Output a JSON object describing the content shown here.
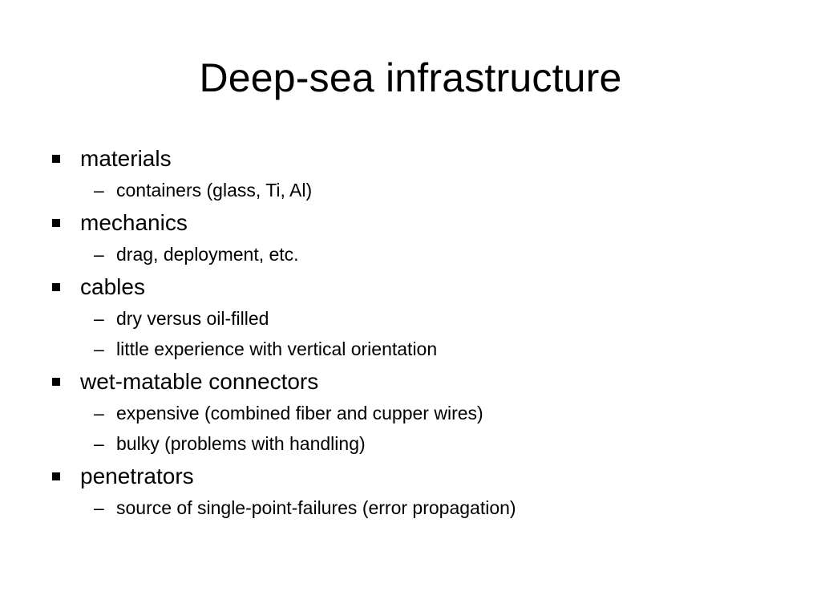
{
  "slide": {
    "title": "Deep-sea infrastructure",
    "dash": "–",
    "bullets": [
      {
        "label": "materials",
        "subbullets": [
          "containers (glass, Ti, Al)"
        ]
      },
      {
        "label": "mechanics",
        "subbullets": [
          "drag, deployment, etc."
        ]
      },
      {
        "label": "cables",
        "subbullets": [
          "dry versus oil-filled",
          "little experience with vertical orientation"
        ]
      },
      {
        "label": "wet-matable connectors",
        "subbullets": [
          "expensive (combined fiber and cupper wires)",
          "bulky (problems with handling)"
        ]
      },
      {
        "label": "penetrators",
        "subbullets": [
          "source of single-point-failures (error propagation)"
        ]
      }
    ]
  }
}
